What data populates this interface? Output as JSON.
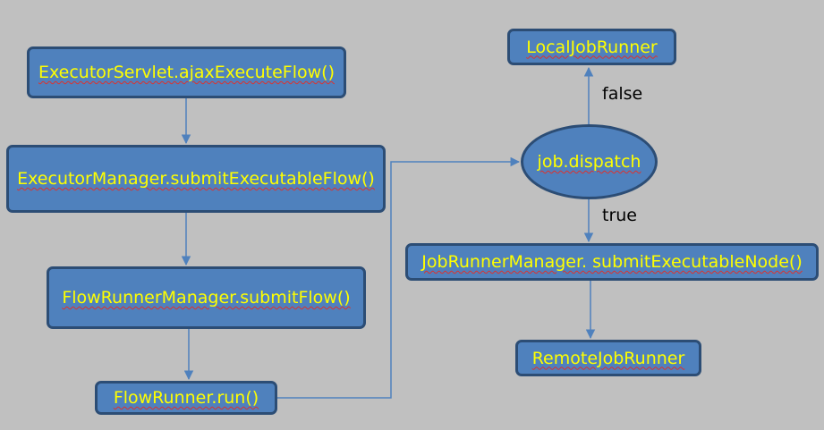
{
  "nodes": {
    "executor_servlet": "ExecutorServlet.ajaxExecuteFlow()",
    "executor_manager": "ExecutorManager.submitExecutableFlow()",
    "flow_runner_manager": "FlowRunnerManager.submitFlow()",
    "flow_runner": "FlowRunner.run()",
    "job_dispatch": "job.dispatch",
    "local_job_runner": "LocalJobRunner",
    "job_runner_manager": "JobRunnerManager. submitExecutableNode()",
    "remote_job_runner": "RemoteJobRunner"
  },
  "edge_labels": {
    "false": "false",
    "true": "true"
  },
  "colors": {
    "background": "#c0c0c0",
    "node_fill": "#4f81bd",
    "node_border": "#2c4d75",
    "node_text": "#ffff00",
    "edge": "#4f81bd",
    "edge_label": "#000000"
  }
}
